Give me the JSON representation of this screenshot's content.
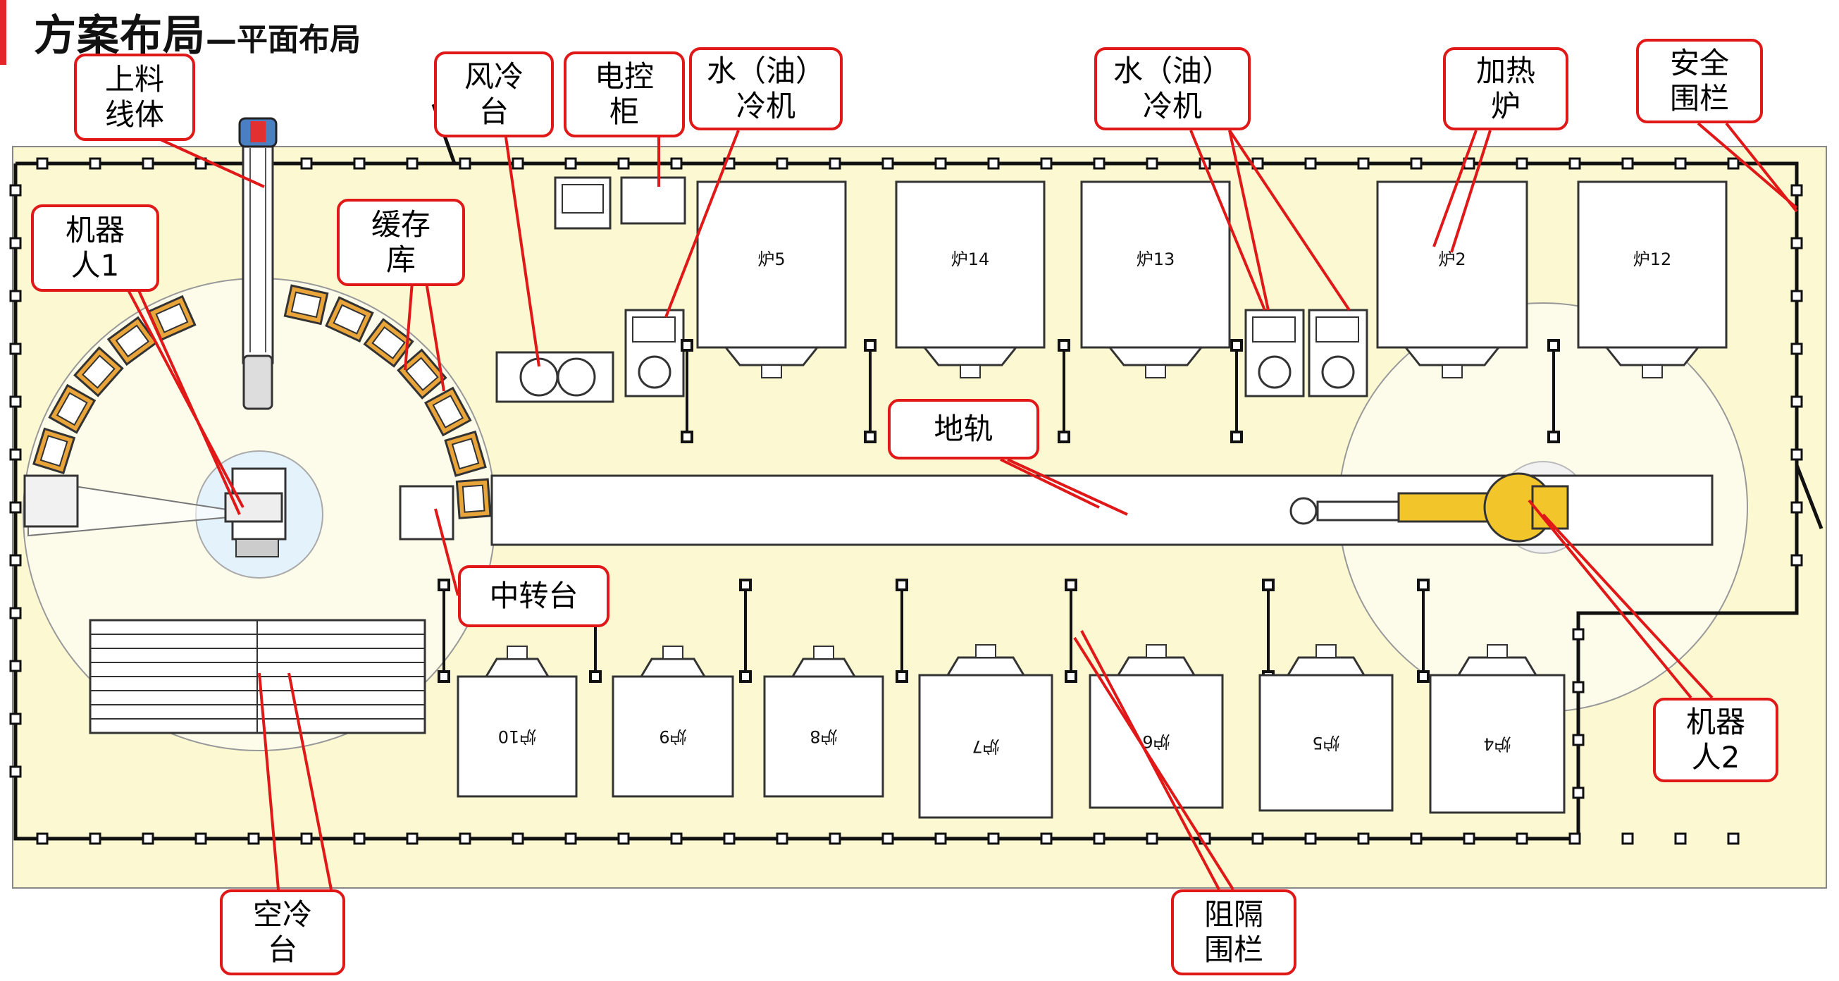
{
  "header": {
    "title": "方案布局",
    "subtitle": "—平面布局"
  },
  "colors": {
    "floor": "#fbf8d2",
    "label_border": "#e01818",
    "fence": "#111111",
    "title_accent": "#e4262b",
    "robot": "#f2c62a",
    "rack": "#e9a43a"
  },
  "labels": {
    "feed_line": "上料\n线体",
    "robot1": "机器\n人1",
    "buffer": "缓存\n库",
    "air_cool": "风冷\n台",
    "control_cabinet": "电控\n柜",
    "chiller_a": "水（油）\n冷机",
    "chiller_b": "水（油）\n冷机",
    "furnace": "加热\n炉",
    "safety_fence": "安全\n围栏",
    "rail": "地轨",
    "transfer": "中转台",
    "robot2": "机器\n人2",
    "air_cool_bench": "空冷\n台",
    "partition_fence": "阻隔\n围栏"
  },
  "furnaces_top": [
    "炉5",
    "炉14",
    "炉13",
    "炉2",
    "炉12"
  ],
  "furnaces_bottom": [
    "炉10",
    "炉9",
    "炉8",
    "炉7",
    "炉6",
    "炉5",
    "炉4"
  ]
}
